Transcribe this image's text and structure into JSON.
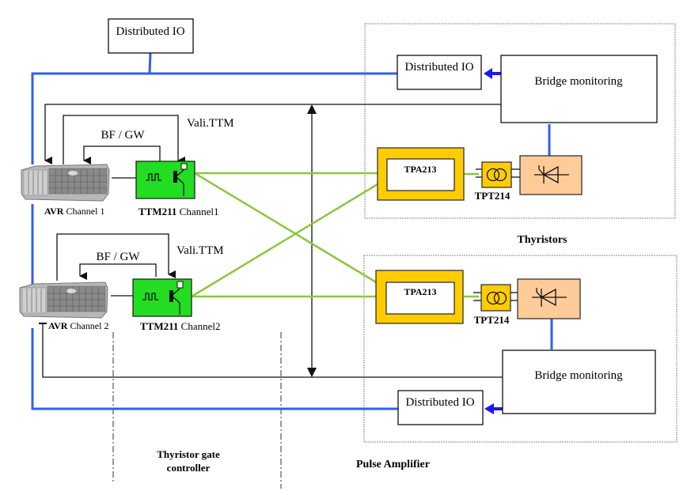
{
  "colors": {
    "blue_bus": "#2f5ff5",
    "blue_arrow": "#1a1aef",
    "green_line": "#8cc63f",
    "ttm_green": "#22dd22",
    "tpa_yellow": "#ffcc00",
    "thyristor_peach": "#ffcc99",
    "black": "#111111",
    "dotted_border": "#888888"
  },
  "nodes": {
    "dio_top": "Distributed IO",
    "dio_upper_right": "Distributed IO",
    "dio_lower_right": "Distributed IO",
    "bridge_upper": "Bridge monitoring",
    "bridge_lower": "Bridge monitoring",
    "tpa_upper": "TPA213",
    "tpa_lower": "TPA213",
    "tpt_upper": "TPT214",
    "tpt_lower": "TPT214"
  },
  "labels": {
    "avr1_bold": "AVR",
    "avr1_rest": " Channel 1",
    "avr2_bold": "AVR",
    "avr2_rest": " Channel 2",
    "ttm1_bold": "TTM211",
    "ttm1_rest": " Channel1",
    "ttm2_bold": "TTM211",
    "ttm2_rest": " Channel2",
    "bfgw1": "BF / GW",
    "bfgw2": "BF / GW",
    "vali1": "Vali.TTM",
    "vali2": "Vali.TTM",
    "thyristors": "Thyristors",
    "pulse_amplifier": "Pulse Amplifier",
    "tgc_line1": "Thyristor gate",
    "tgc_line2": "controller"
  },
  "icons": {
    "avr": "plc-controller-icon",
    "ttm": "pulse-transistor-icon",
    "tpt": "transformer-icon",
    "thyristor": "thyristor-icon"
  }
}
